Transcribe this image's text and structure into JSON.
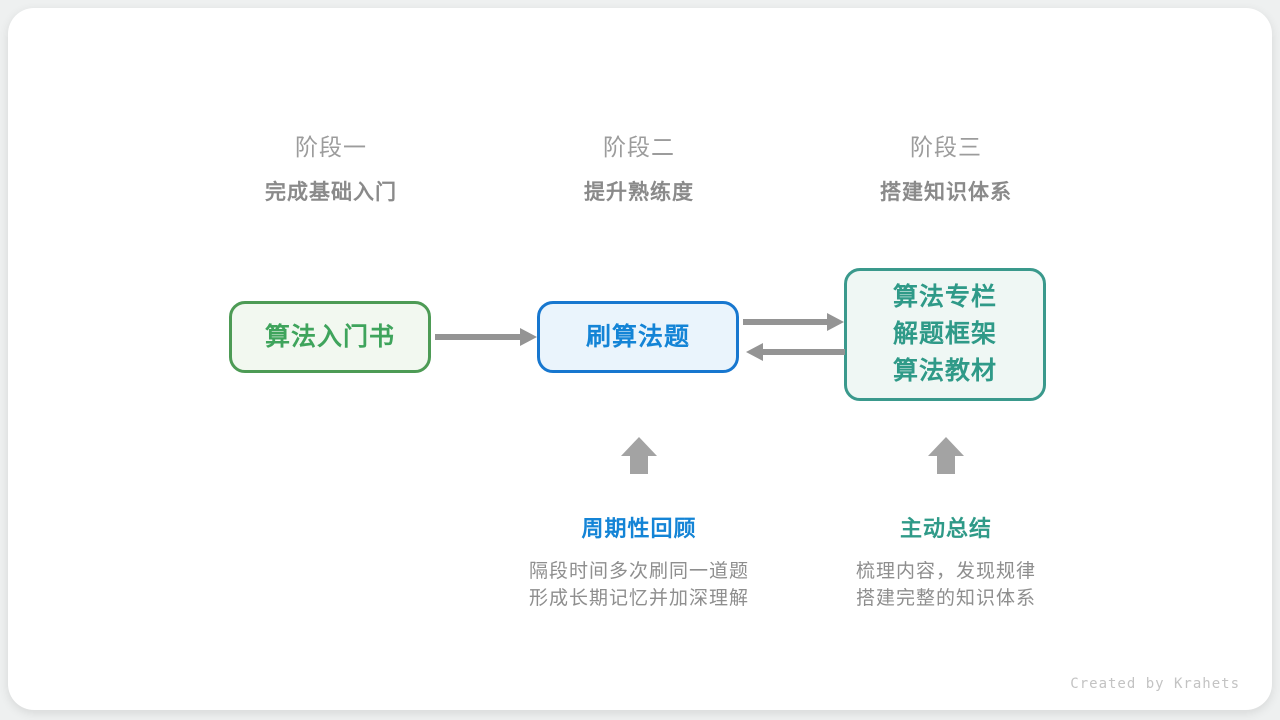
{
  "colors": {
    "page_bg": "#eef0f0",
    "card_bg": "#ffffff",
    "green_border": "#4d9b55",
    "green_bg": "#f2f8f0",
    "green_text": "#3fa45c",
    "blue_border": "#1777cf",
    "blue_bg": "#eaf4fc",
    "blue_text": "#1484d6",
    "teal_border": "#3a998c",
    "teal_bg": "#eff7f4",
    "teal_text": "#2f9a88",
    "arrow": "#949494",
    "up_arrow": "#a3a3a3",
    "stage_label": "#9c9c9c",
    "stage_subtitle": "#8a8a8a",
    "desc_text": "#8e8e8e",
    "footer_text": "#c3c3c3"
  },
  "stages": [
    {
      "label": "阶段一",
      "subtitle": "完成基础入门"
    },
    {
      "label": "阶段二",
      "subtitle": "提升熟练度"
    },
    {
      "label": "阶段三",
      "subtitle": "搭建知识体系"
    }
  ],
  "nodes": [
    {
      "id": "algorithm-intro-book",
      "lines": [
        "算法入门书"
      ],
      "color": "green"
    },
    {
      "id": "practice-problems",
      "lines": [
        "刷算法题"
      ],
      "color": "blue"
    },
    {
      "id": "knowledge-resources",
      "lines": [
        "算法专栏",
        "解题框架",
        "算法教材"
      ],
      "color": "teal"
    }
  ],
  "annotations": [
    {
      "title": "周期性回顾",
      "desc_lines": [
        "隔段时间多次刷同一道题",
        "形成长期记忆并加深理解"
      ],
      "color": "blue"
    },
    {
      "title": "主动总结",
      "desc_lines": [
        "梳理内容，发现规律",
        "搭建完整的知识体系"
      ],
      "color": "teal"
    }
  ],
  "footer": {
    "credit": "Created by Krahets"
  }
}
